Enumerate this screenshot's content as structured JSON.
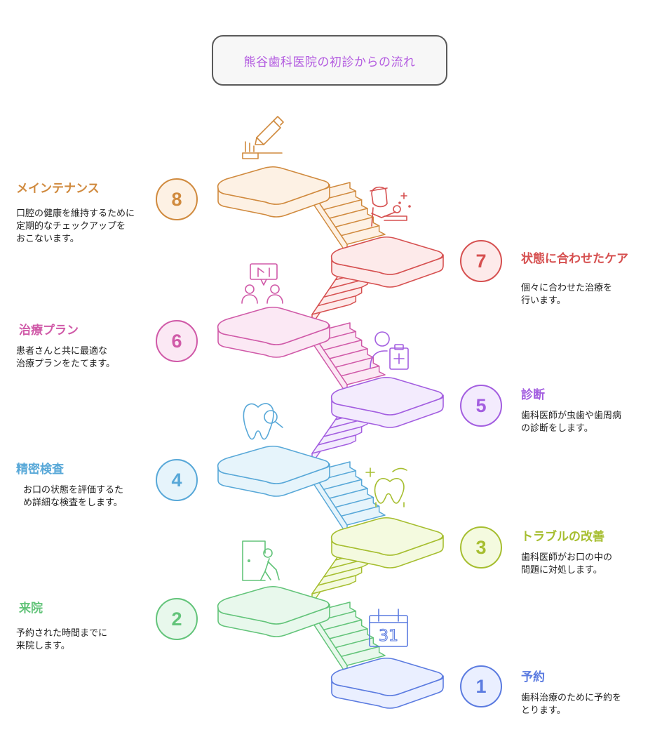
{
  "title": "熊谷歯科医院の初診からの流れ",
  "steps": [
    {
      "num": "1",
      "title": "予約",
      "desc_lines": [
        "歯科治療のために予約を",
        "とります。"
      ],
      "color": "#5b7be0",
      "fill": "#eaefff",
      "icon": "calendar-icon",
      "icon_text": "31"
    },
    {
      "num": "2",
      "title": "来院",
      "desc_lines": [
        "予約された時間までに",
        "来院します。"
      ],
      "color": "#63c47a",
      "fill": "#e8f8ec",
      "icon": "person-entering-door-icon"
    },
    {
      "num": "3",
      "title": "トラブルの改善",
      "desc_lines": [
        "歯科医師がお口の中の",
        "問題に対処します。"
      ],
      "color": "#a6be2f",
      "fill": "#f4fadf",
      "icon": "sparkling-tooth-icon"
    },
    {
      "num": "4",
      "title": "精密検査",
      "desc_lines": [
        "お口の状態を評価するた",
        "め詳細な検査をします。"
      ],
      "color": "#58a8d8",
      "fill": "#e6f4fb",
      "icon": "tooth-magnifier-icon"
    },
    {
      "num": "5",
      "title": "診断",
      "desc_lines": [
        "歯科医師が虫歯や歯周病",
        "の診断をします。"
      ],
      "color": "#a35ee0",
      "fill": "#f3ebfd",
      "icon": "doctor-clipboard-icon"
    },
    {
      "num": "6",
      "title": "治療プラン",
      "desc_lines": [
        "患者さんと共に最適な",
        "治療プランをたてます。"
      ],
      "color": "#d05aa8",
      "fill": "#fbe8f4",
      "icon": "people-discussing-icon"
    },
    {
      "num": "7",
      "title": "状態に合わせたケア",
      "desc_lines": [
        "個々に合わせた治療を",
        "行います。"
      ],
      "color": "#d65050",
      "fill": "#fdeaea",
      "icon": "dentist-patient-icon"
    },
    {
      "num": "8",
      "title": "メインテナンス",
      "desc_lines": [
        "口腔の健康を維持するために",
        "定期的なチェックアップを",
        "おこないます。"
      ],
      "color": "#d08a3e",
      "fill": "#fdf1e4",
      "icon": "toothbrush-toothpaste-icon"
    }
  ]
}
